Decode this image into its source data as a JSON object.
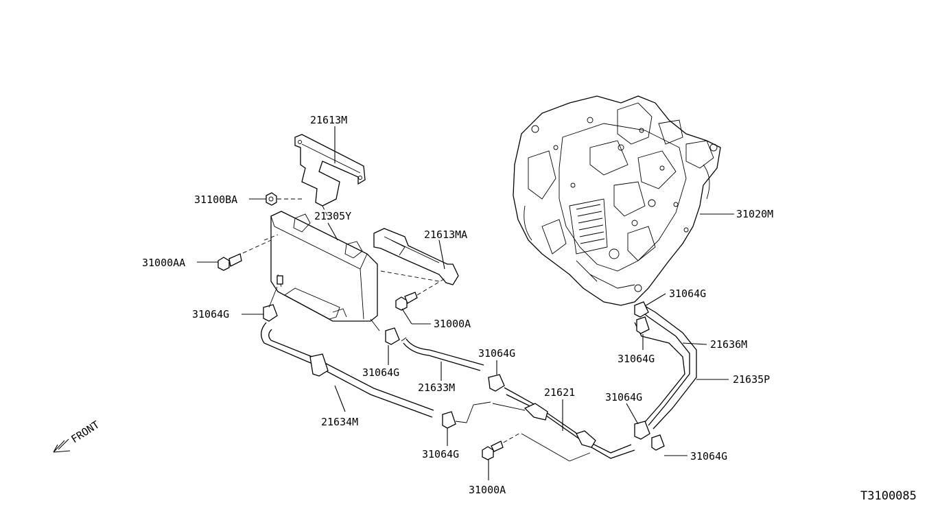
{
  "diagram": {
    "figure_id": "T3100085",
    "front_label": "FRONT",
    "callouts": {
      "bracket_upper": "21613M",
      "nut": "31100BA",
      "cooler": "21305Y",
      "bracket_side": "21613MA",
      "bolt_left": "31000AA",
      "clamp_left": "31064G",
      "bolt_mid": "31000A",
      "clamp_cooler_out": "31064G",
      "hose_mid": "21633M",
      "clamp_mid_hose": "31064G",
      "hose_lower": "21634M",
      "clamp_lower": "31064G",
      "tube_assy": "21621",
      "bolt_bottom": "31000A",
      "transaxle": "31020M",
      "clamp_trans": "31064G",
      "clamp_trans2": "31064G",
      "pipe_upper": "21636M",
      "pipe_lower": "21635P",
      "clamp_right": "31064G",
      "clamp_right_lower": "31064G"
    }
  }
}
